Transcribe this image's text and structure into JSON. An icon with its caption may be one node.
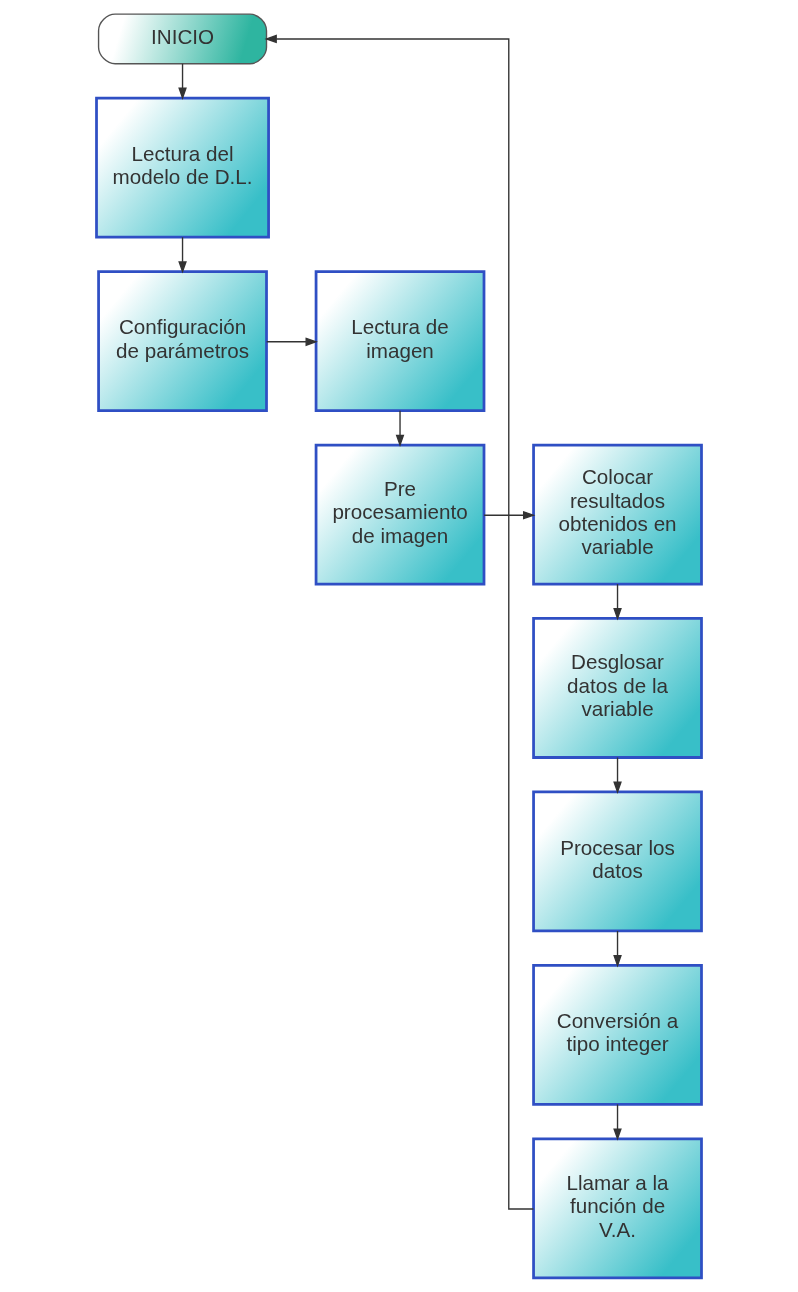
{
  "diagram": {
    "nodes": [
      {
        "text": [
          "INICIO"
        ]
      },
      {
        "text": [
          "Lectura del modelo de D.L."
        ]
      },
      {
        "text": [
          "Configuración de parámetros"
        ]
      },
      {
        "text": [
          "Lectura de imagen"
        ]
      },
      {
        "text": [
          "Pre procesamiento de imagen"
        ]
      },
      {
        "text": [
          "Colocar resultados obtenidos en variable"
        ]
      },
      {
        "text": [
          "Desglosar datos de la variable"
        ]
      },
      {
        "text": [
          "Procesar los datos"
        ]
      },
      {
        "text": [
          "Conversión a tipo integer"
        ]
      },
      {
        "text": [
          "Llamar a la función de V.A."
        ]
      }
    ],
    "edges": [
      {
        "from": 0,
        "to": 1,
        "arrow": "to"
      },
      {
        "from": 1,
        "to": 2,
        "arrow": "to"
      },
      {
        "from": 2,
        "to": 3,
        "arrow": "to"
      },
      {
        "from": 3,
        "to": 4,
        "arrow": "to"
      },
      {
        "from": 4,
        "to": 5,
        "arrow": "to"
      },
      {
        "from": 5,
        "to": 6,
        "arrow": "to"
      },
      {
        "from": 6,
        "to": 7,
        "arrow": "to"
      },
      {
        "from": 7,
        "to": 8,
        "arrow": "to"
      },
      {
        "from": 8,
        "to": 9,
        "arrow": "to"
      },
      {
        "from": 9,
        "to": 0,
        "arrow": "to"
      }
    ]
  }
}
